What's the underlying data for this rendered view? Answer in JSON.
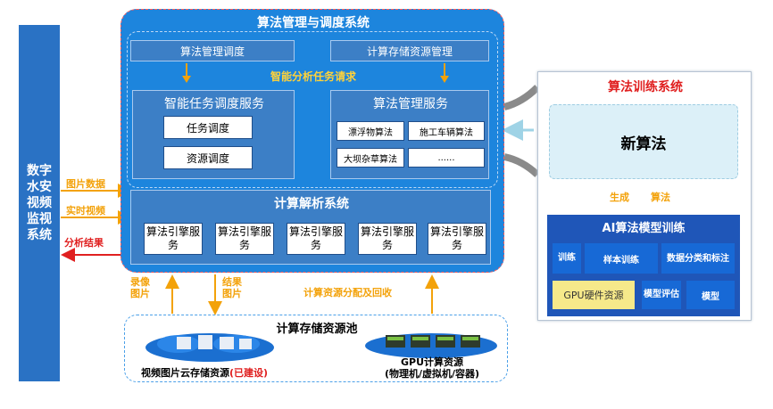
{
  "left_system": "数字水安视频监视系统",
  "main_system": {
    "title": "算法管理与调度系统",
    "top_left_box": "算法管理调度",
    "top_right_box": "计算存储资源管理",
    "middle_label": "智能分析任务请求",
    "scheduling": {
      "title": "智能任务调度服务",
      "items": [
        "任务调度",
        "资源调度"
      ]
    },
    "algorithm_mgmt": {
      "title": "算法管理服务",
      "items": [
        "漂浮物算法",
        "施工车辆算法",
        "大坝杂草算法",
        "......"
      ]
    },
    "compute": {
      "title": "计算解析系统",
      "engines": [
        "算法引擎服务",
        "算法引擎服务",
        "算法引擎服务",
        "算法引擎服务",
        "算法引擎服务"
      ]
    }
  },
  "left_arrows": {
    "image_data": "图片数据",
    "live_video": "实时视频",
    "analysis_result": "分析结果"
  },
  "training_system": {
    "title": "算法训练系统",
    "new_algorithm": "新算法",
    "generate_label": [
      "生成",
      "算法"
    ],
    "model_training": {
      "title": "AI算法模型训练",
      "row1": [
        "训练",
        "样本训练",
        "数据分类和标注"
      ],
      "row2": [
        "GPU硬件资源",
        "模型评估",
        "模型"
      ]
    }
  },
  "pool": {
    "title": "计算存储资源池",
    "storage_label": "视频图片云存储资源",
    "storage_status": "(已建设)",
    "gpu_label": "GPU计算资源",
    "gpu_sublabel": "(物理机/虚拟机/容器)",
    "record_label": "录像图片",
    "result_label": "结果图片",
    "alloc_label": "计算资源分配及回收"
  },
  "colors": {
    "main_blue": "#1d85dd",
    "dark_blue": "#1f56b8",
    "orange": "#f3a20a",
    "red": "#e02020"
  }
}
